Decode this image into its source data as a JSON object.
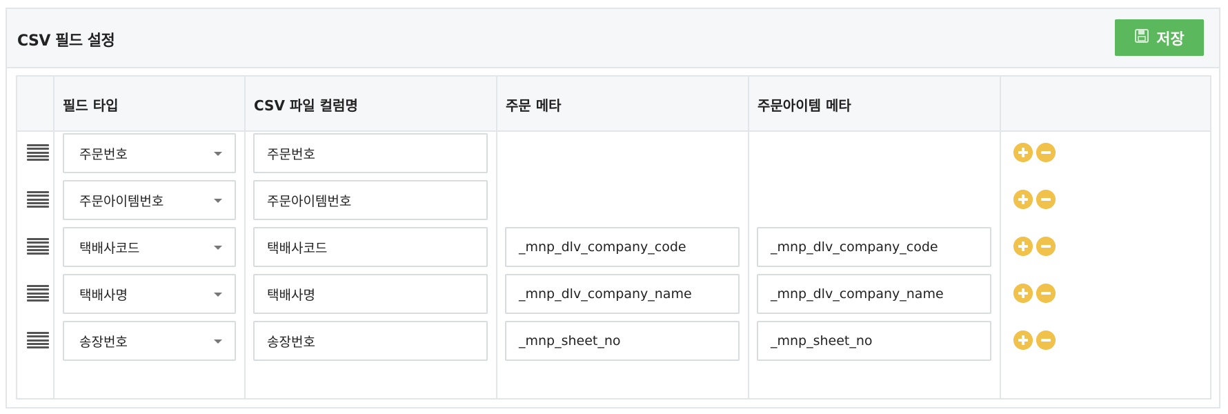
{
  "panel": {
    "title": "CSV 필드 설정",
    "save_label": "저장",
    "save_icon": "floppy-disk-icon"
  },
  "table": {
    "headers": [
      "필드 타입",
      "CSV 파일 컬럼명",
      "주문 메타",
      "주문아이템 메타"
    ],
    "rows": [
      {
        "field_type": "주문번호",
        "csv_column": "주문번호",
        "order_meta": null,
        "item_meta": null
      },
      {
        "field_type": "주문아이템번호",
        "csv_column": "주문아이템번호",
        "order_meta": null,
        "item_meta": null
      },
      {
        "field_type": "택배사코드",
        "csv_column": "택배사코드",
        "order_meta": "_mnp_dlv_company_code",
        "item_meta": "_mnp_dlv_company_code"
      },
      {
        "field_type": "택배사명",
        "csv_column": "택배사명",
        "order_meta": "_mnp_dlv_company_name",
        "item_meta": "_mnp_dlv_company_name"
      },
      {
        "field_type": "송장번호",
        "csv_column": "송장번호",
        "order_meta": "_mnp_sheet_no",
        "item_meta": "_mnp_sheet_no"
      }
    ]
  },
  "colors": {
    "save_button": "#5cb85c",
    "action_icon": "#f0c14b",
    "border": "#e3e6e8",
    "header_bg": "#f6f7f8"
  },
  "icons": {
    "drag": "drag-handle-icon",
    "add": "plus-circle-icon",
    "remove": "minus-circle-icon",
    "dropdown": "chevron-down-icon"
  }
}
